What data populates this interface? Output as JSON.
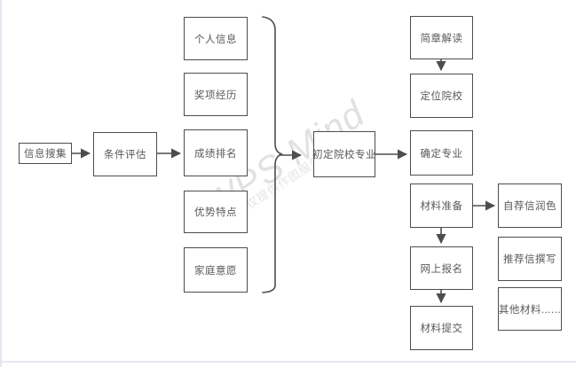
{
  "app": {
    "watermark_primary": "WPS Mind",
    "watermark_secondary": "WPS仅提供作图服务"
  },
  "colors": {
    "node_border": "#4d4d4d",
    "node_text": "#595959",
    "connector": "#4d4d4d",
    "page_edge": "#e6e6f2",
    "background": "#ffffff"
  },
  "nodes": [
    {
      "label": "信息搜集"
    },
    {
      "label": "条件评估"
    },
    {
      "label": "个人信息"
    },
    {
      "label": "奖项经历"
    },
    {
      "label": "成绩排名"
    },
    {
      "label": "优势特点"
    },
    {
      "label": "家庭意愿"
    },
    {
      "label": "初定院校专业"
    },
    {
      "label": "简章解读"
    },
    {
      "label": "定位院校"
    },
    {
      "label": "确定专业"
    },
    {
      "label": "材料准备"
    },
    {
      "label": "网上报名"
    },
    {
      "label": "材料提交"
    },
    {
      "label": "自荐信润色"
    },
    {
      "label": "推荐信撰写"
    },
    {
      "label": "其他材料......"
    }
  ]
}
